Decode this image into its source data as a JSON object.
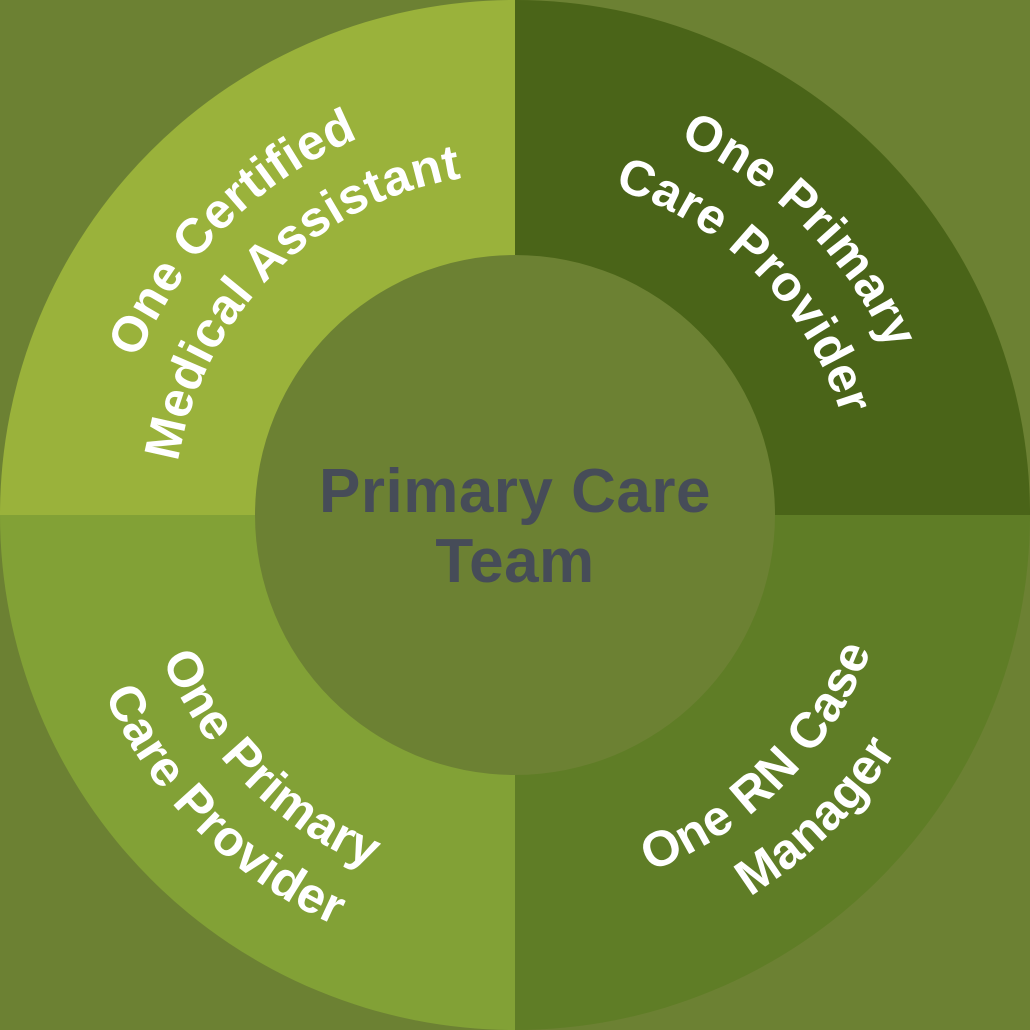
{
  "title": "Primary Care Team",
  "colors": {
    "background": "#6C8133",
    "hole": "#6C8133",
    "label_text": "#FFFFFF",
    "center_text": "#464C58"
  },
  "center": {
    "line1": "Primary Care",
    "line2": "Team"
  },
  "segments": [
    {
      "position": "top-right",
      "label": "One Primary Care Provider",
      "line1": "One Primary",
      "line2": "Care Provider",
      "color": "#4A6418"
    },
    {
      "position": "bottom-right",
      "label": "One RN Case Manager",
      "line1": "One RN Case",
      "line2": "Manager",
      "color": "#5F7D26"
    },
    {
      "position": "bottom-left",
      "label": "One Primary Care Provider",
      "line1": "One Primary",
      "line2": "Care Provider",
      "color": "#82A136"
    },
    {
      "position": "top-left",
      "label": "One Certified Medical Assistant",
      "line1": "One Certified",
      "line2": "Medical Assistant",
      "color": "#9AB23B"
    }
  ]
}
